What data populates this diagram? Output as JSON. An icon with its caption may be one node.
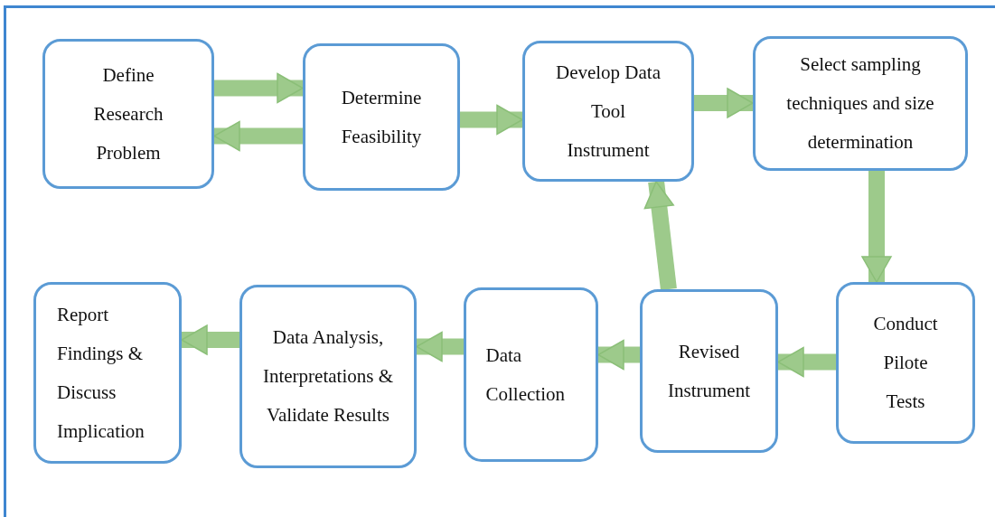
{
  "diagram": {
    "nodes": [
      {
        "text": [
          "Define Research Problem"
        ]
      },
      {
        "text": [
          "Determine Feasibility"
        ]
      },
      {
        "text": [
          "Develop Data Tool Instrument"
        ]
      },
      {
        "text": [
          "Select sampling techniques and size determination"
        ]
      },
      {
        "text": [
          "Report Findings & Discuss Implication"
        ]
      },
      {
        "text": [
          "Data Analysis, Interpretations & Validate Results"
        ]
      },
      {
        "text": [
          "Data Collection"
        ]
      },
      {
        "text": [
          "Revised Instrument"
        ]
      },
      {
        "text": [
          "Conduct Pilote Tests"
        ]
      }
    ],
    "edges": [
      {
        "from": 0,
        "to": 1,
        "arrow": "to"
      },
      {
        "from": 1,
        "to": 0,
        "arrow": "to"
      },
      {
        "from": 1,
        "to": 2,
        "arrow": "to"
      },
      {
        "from": 2,
        "to": 3,
        "arrow": "to"
      },
      {
        "from": 3,
        "to": 8,
        "arrow": "to"
      },
      {
        "from": 8,
        "to": 7,
        "arrow": "to"
      },
      {
        "from": 7,
        "to": 2,
        "arrow": "to"
      },
      {
        "from": 7,
        "to": 6,
        "arrow": "to"
      },
      {
        "from": 6,
        "to": 5,
        "arrow": "to"
      },
      {
        "from": 5,
        "to": 4,
        "arrow": "to"
      }
    ]
  }
}
